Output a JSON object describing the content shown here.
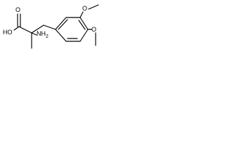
{
  "structure": {
    "atoms": {
      "hydroxyl": "HO",
      "carbonyl_oxygen": "O",
      "amine": "NH",
      "amine_subscript": "2",
      "methoxy_top": "O",
      "methoxy_bottom": "O"
    }
  }
}
